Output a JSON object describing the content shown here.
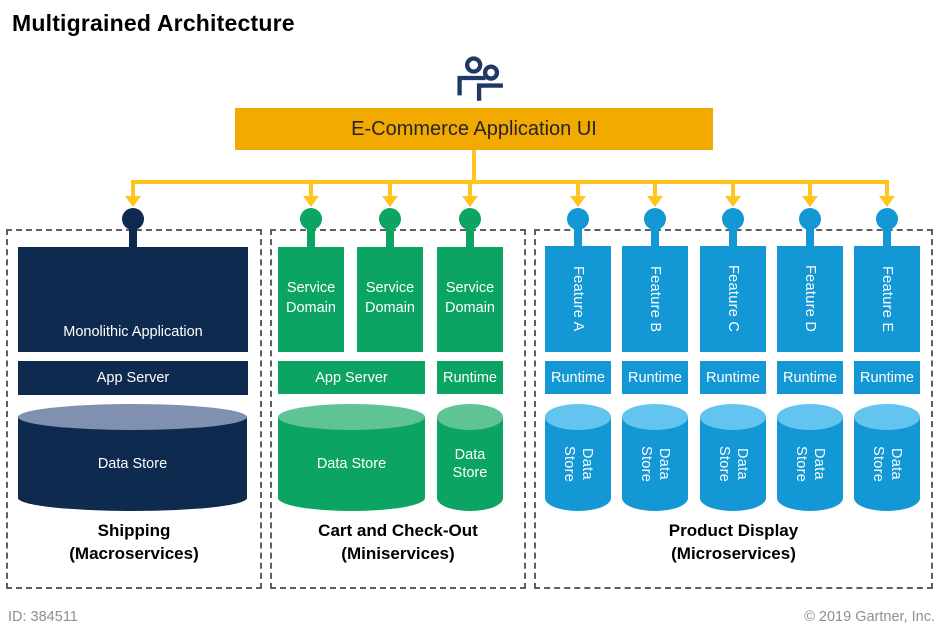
{
  "title": "Multigrained Architecture",
  "banner": {
    "label": "E-Commerce Application UI"
  },
  "icons": {
    "users": "two-people-outline"
  },
  "sections": {
    "shipping": {
      "caption_line1": "Shipping",
      "caption_line2": "(Macroservices)",
      "application": "Monolithic Application",
      "app_server": "App Server",
      "data_store": "Data Store"
    },
    "cart": {
      "caption_line1": "Cart and Check-Out",
      "caption_line2": "(Miniservices)",
      "service_domains": [
        "Service Domain",
        "Service Domain",
        "Service Domain"
      ],
      "app_server": "App Server",
      "runtime": "Runtime",
      "data_store_wide": "Data Store",
      "data_store_small": "Data Store"
    },
    "product": {
      "caption_line1": "Product Display",
      "caption_line2": "(Microservices)",
      "features": [
        "Feature A",
        "Feature B",
        "Feature C",
        "Feature D",
        "Feature E"
      ],
      "runtimes": [
        "Runtime",
        "Runtime",
        "Runtime",
        "Runtime",
        "Runtime"
      ],
      "data_stores": [
        "Data Store",
        "Data Store",
        "Data Store",
        "Data Store",
        "Data Store"
      ]
    }
  },
  "footer": {
    "doc_id": "ID: 384511",
    "copyright": "© 2019 Gartner, Inc."
  },
  "colors": {
    "navy": "#0E2A4E",
    "navy_light": "#8090B0",
    "green": "#0CA463",
    "green_light": "#5FC394",
    "blue": "#1498D5",
    "blue_light": "#62C4EF",
    "gold": "#F2AA00",
    "gold_bright": "#FFC420",
    "dash": "#5F5F5F"
  }
}
